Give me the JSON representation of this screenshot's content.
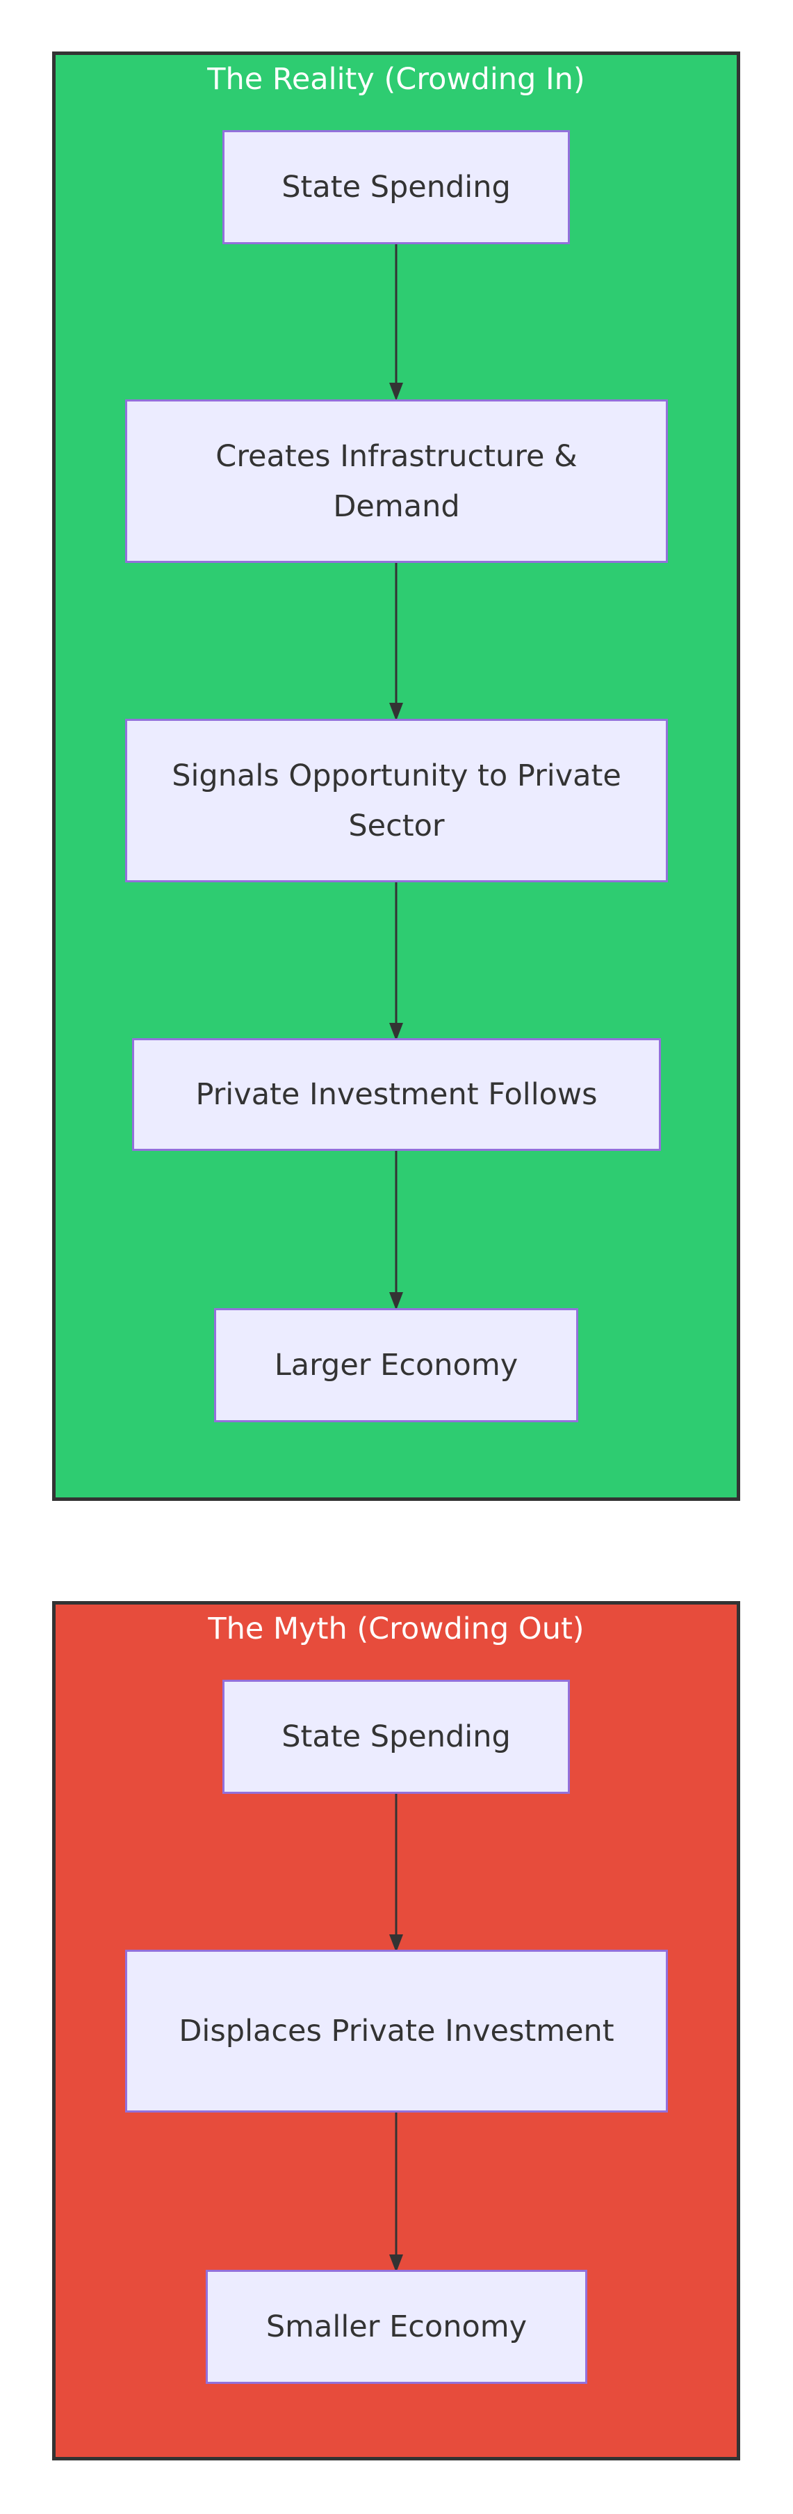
{
  "colors": {
    "reality_fill": "#2ECC71",
    "myth_fill": "#E74C3C",
    "node_fill": "#ECECFF",
    "node_border": "#9370DB",
    "cluster_border": "#333333",
    "edge": "#333333"
  },
  "diagram": {
    "reality": {
      "title": "The Reality (Crowding In)",
      "nodes": [
        {
          "label": "State Spending"
        },
        {
          "label": "Creates Infrastructure & Demand"
        },
        {
          "label": "Signals Opportunity to Private Sector"
        },
        {
          "label": "Private Investment Follows"
        },
        {
          "label": "Larger Economy"
        }
      ]
    },
    "myth": {
      "title": "The Myth (Crowding Out)",
      "nodes": [
        {
          "label": "State Spending"
        },
        {
          "label": "Displaces Private Investment"
        },
        {
          "label": "Smaller Economy"
        }
      ]
    }
  }
}
